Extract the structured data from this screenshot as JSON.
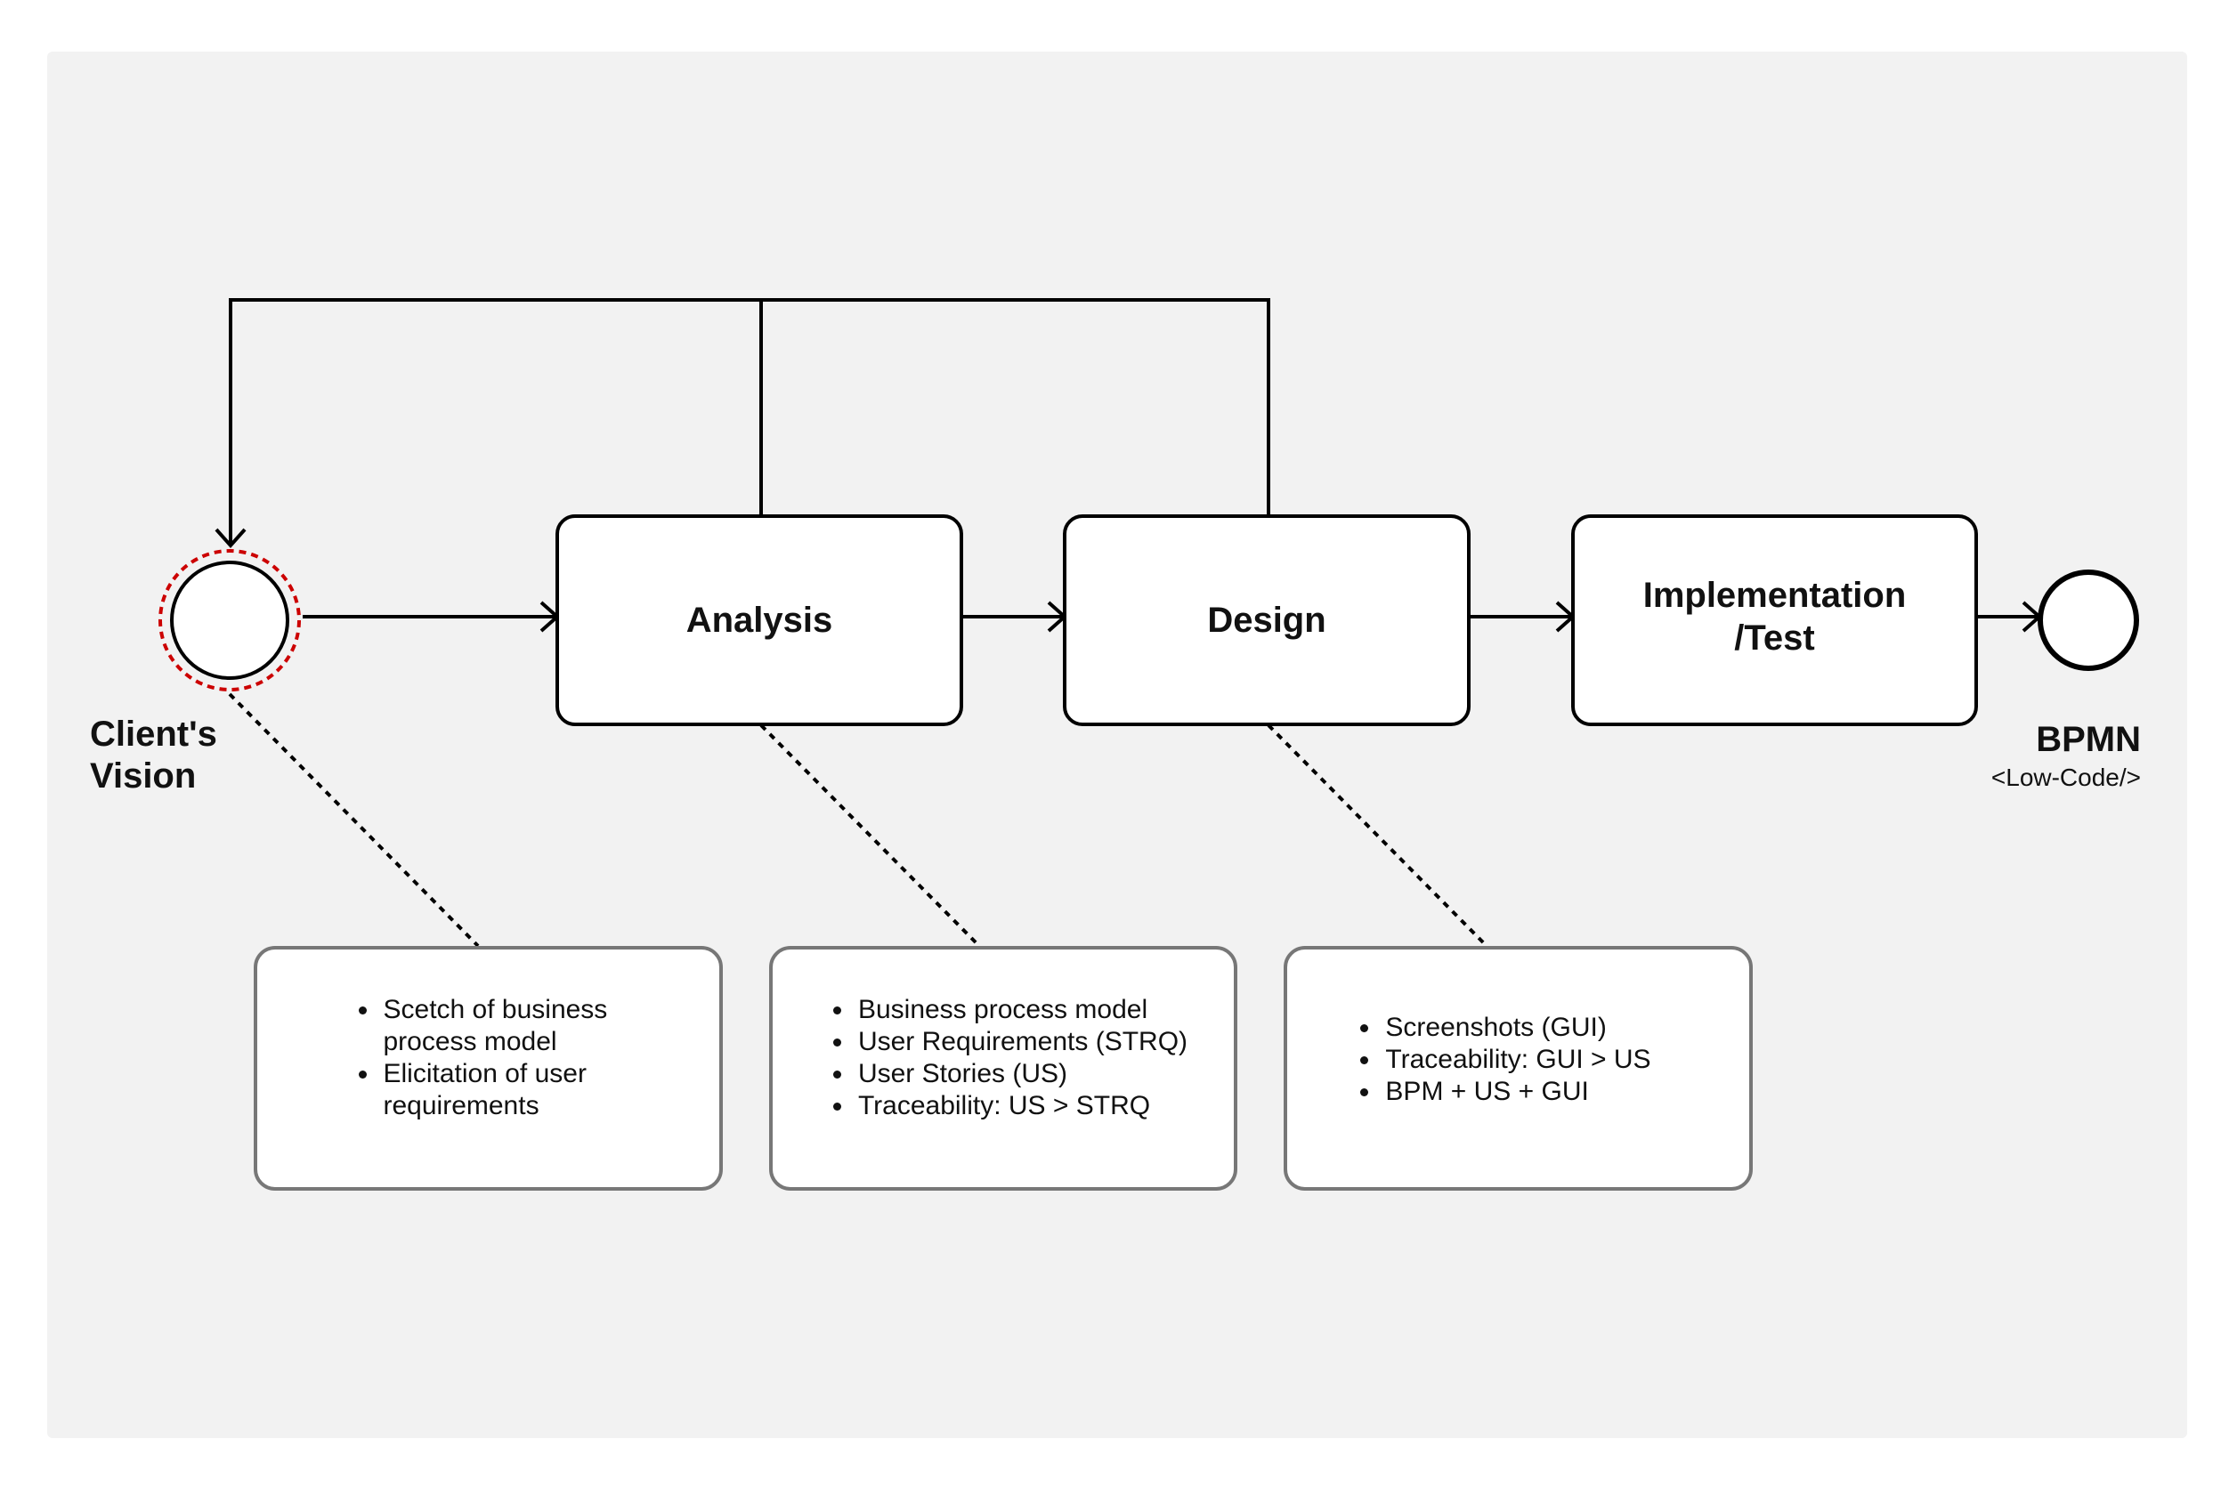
{
  "start_event": {
    "label_line1": "Client's",
    "label_line2": "Vision"
  },
  "tasks": {
    "analysis": "Analysis",
    "design": "Design",
    "implementation": "Implementation\n/Test"
  },
  "end_event": {
    "label": "BPMN",
    "sublabel": "<Low-Code/>"
  },
  "notes": {
    "vision": [
      "Scetch of business process model",
      "Elicitation of user requirements"
    ],
    "analysis": [
      "Business process model",
      "User Requirements (STRQ)",
      "User Stories (US)",
      "Traceability: US > STRQ"
    ],
    "design": [
      "Screenshots (GUI)",
      "Traceability: GUI > US",
      "BPM + US + GUI"
    ]
  },
  "colors": {
    "canvas": "#f2f2f2",
    "stroke": "#000000",
    "note_border": "#777777",
    "highlight": "#cc0000"
  }
}
